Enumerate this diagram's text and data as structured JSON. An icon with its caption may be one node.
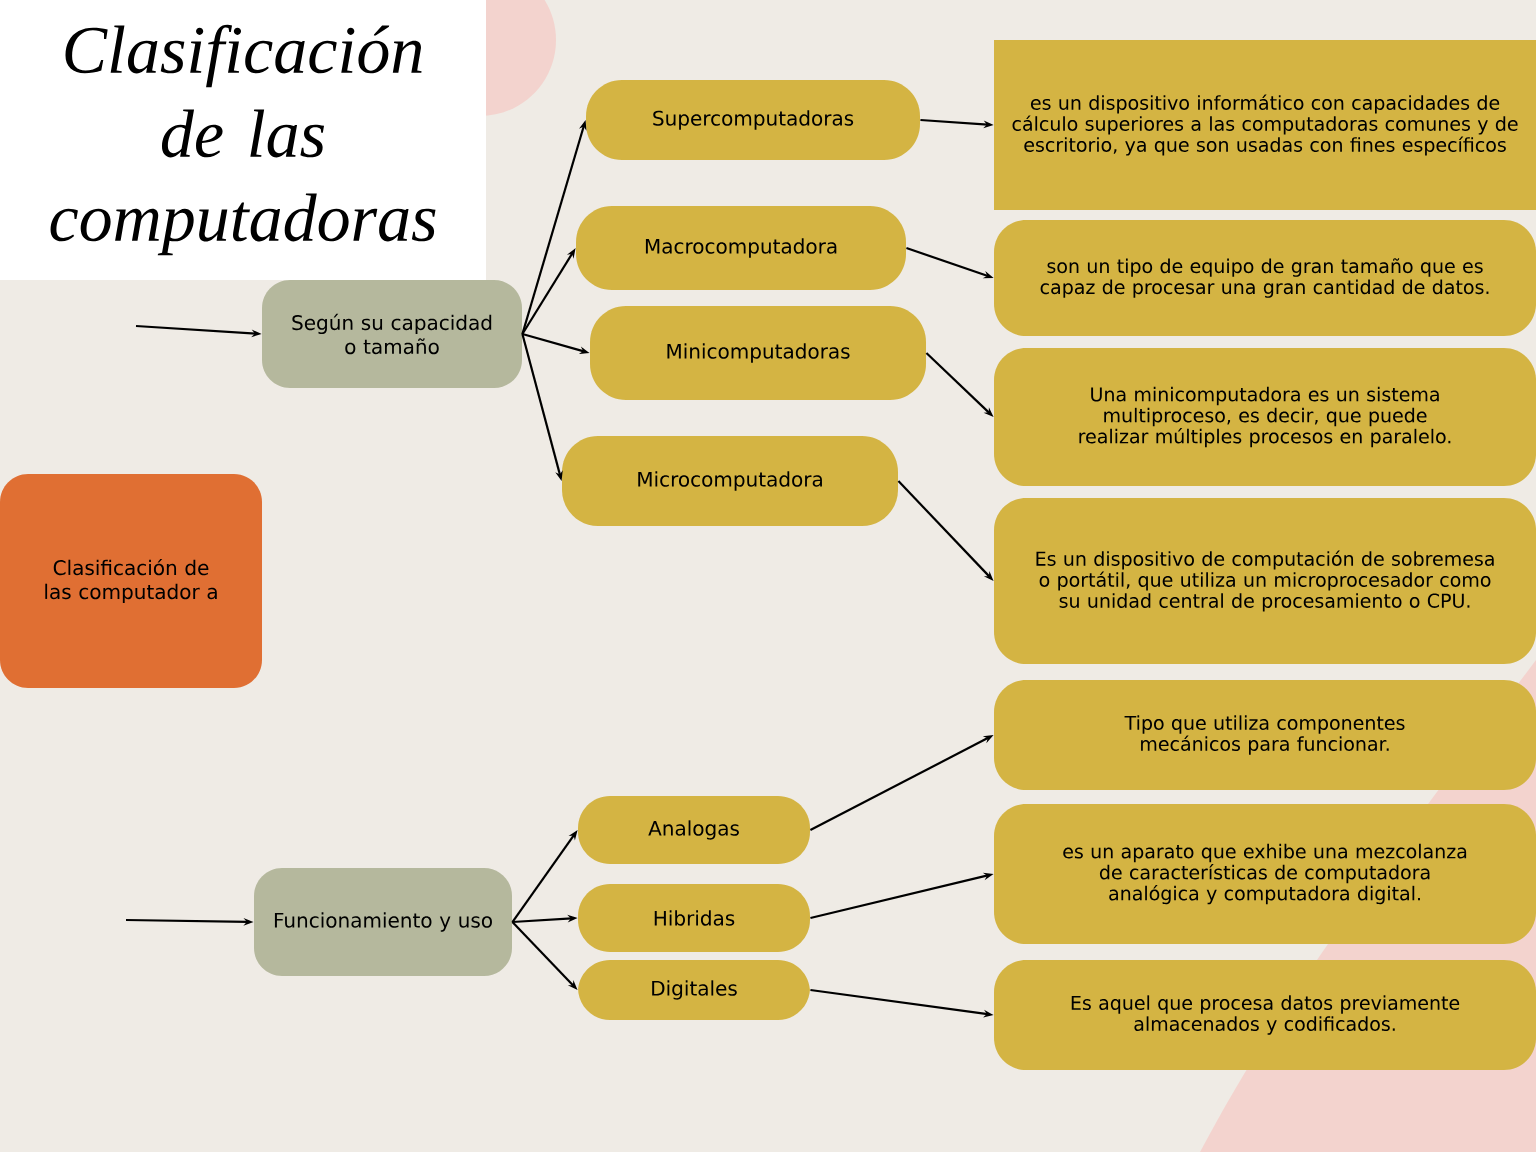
{
  "diagram": {
    "title": "Clasificación de las computadoras",
    "nodes": [
      {
        "text": [
          "Clasificación de las computador a"
        ]
      },
      {
        "text": [
          "Según su capacidad o tamaño"
        ]
      },
      {
        "text": [
          "Supercomputadoras"
        ]
      },
      {
        "text": [
          "Macrocomputadora"
        ]
      },
      {
        "text": [
          "Minicomputadoras"
        ]
      },
      {
        "text": [
          "Microcomputadora"
        ]
      },
      {
        "text": [
          "es un dispositivo informático con capacidades de cálculo superiores a las computadoras comunes y de escritorio, ya que son usadas con fines específicos"
        ]
      },
      {
        "text": [
          "son un tipo de equipo de gran tamaño que es capaz de procesar una gran cantidad de datos."
        ]
      },
      {
        "text": [
          "Una minicomputadora es un sistema multiproceso, es decir, que puede realizar múltiples procesos en paralelo."
        ]
      },
      {
        "text": [
          "Es un dispositivo de computación de sobremesa o portátil, que utiliza un microprocesador como su unidad central de procesamiento o CPU."
        ]
      },
      {
        "text": [
          "Funcionamiento y uso"
        ]
      },
      {
        "text": [
          "Analogas"
        ]
      },
      {
        "text": [
          "Hibridas"
        ]
      },
      {
        "text": [
          "Digitales"
        ]
      },
      {
        "text": [
          "Tipo que utiliza componentes mecánicos para funcionar."
        ]
      },
      {
        "text": [
          "es un aparato que exhibe una mezcolanza de características de computadora analógica y computadora digital."
        ]
      },
      {
        "text": [
          "Es aquel que procesa datos previamente almacenados y codificados."
        ]
      }
    ],
    "edges": [
      {
        "from": null,
        "to": 1,
        "arrow": "to"
      },
      {
        "from": 1,
        "to": 2,
        "arrow": "to"
      },
      {
        "from": 1,
        "to": 3,
        "arrow": "to"
      },
      {
        "from": 1,
        "to": 4,
        "arrow": "to"
      },
      {
        "from": 1,
        "to": 5,
        "arrow": "to"
      },
      {
        "from": 2,
        "to": 6,
        "arrow": "to"
      },
      {
        "from": 3,
        "to": 7,
        "arrow": "to"
      },
      {
        "from": 4,
        "to": 8,
        "arrow": "to"
      },
      {
        "from": 5,
        "to": 9,
        "arrow": "to"
      },
      {
        "from": null,
        "to": 10,
        "arrow": "to"
      },
      {
        "from": 10,
        "to": 11,
        "arrow": "to"
      },
      {
        "from": 10,
        "to": 12,
        "arrow": "to"
      },
      {
        "from": 10,
        "to": 13,
        "arrow": "to"
      },
      {
        "from": 11,
        "to": 14,
        "arrow": "to"
      },
      {
        "from": 12,
        "to": 15,
        "arrow": "to"
      },
      {
        "from": 13,
        "to": 16,
        "arrow": "to"
      }
    ]
  }
}
